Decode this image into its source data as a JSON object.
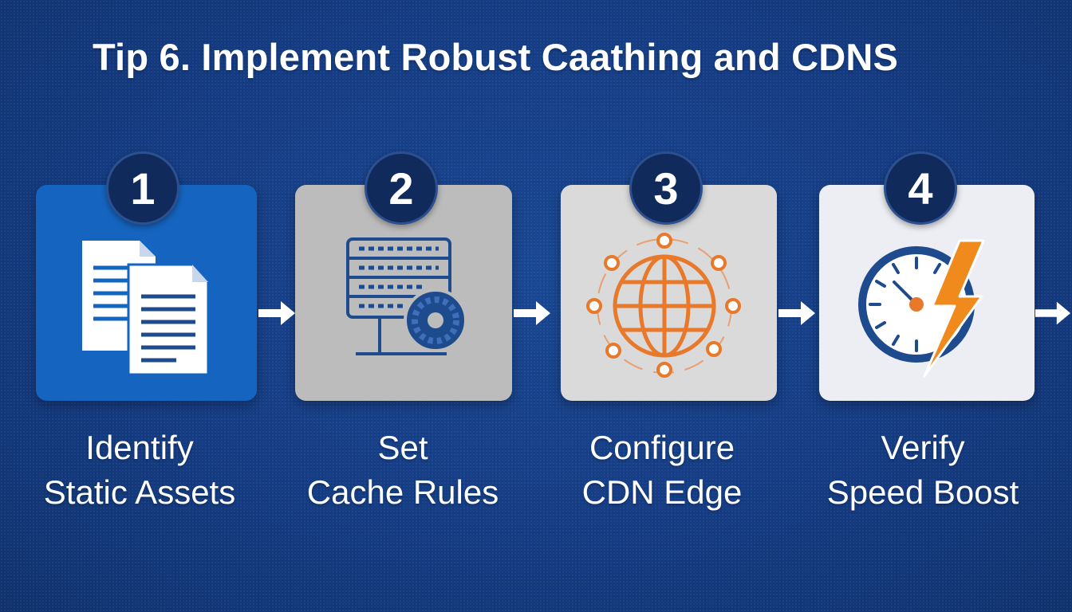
{
  "title": "Tip 6. Implement Robust Caathing and CDNS",
  "steps": [
    {
      "number": "1",
      "line1": "Identify",
      "line2": "Static Assets",
      "icon": "documents-icon",
      "card_color": "#1565c0"
    },
    {
      "number": "2",
      "line1": "Set",
      "line2": "Cache Rules",
      "icon": "server-cache-icon",
      "card_color": "#bdbdbd"
    },
    {
      "number": "3",
      "line1": "Configure",
      "line2": "CDN Edge",
      "icon": "globe-network-icon",
      "card_color": "#dcdcdc"
    },
    {
      "number": "4",
      "line1": "Verify",
      "line2": "Speed Boost",
      "icon": "speed-gauge-icon",
      "card_color": "#eef0f5"
    }
  ],
  "colors": {
    "background": "#163e86",
    "badge": "#102a5c",
    "accent_orange": "#e8782a",
    "icon_blue": "#1e4a8e"
  }
}
